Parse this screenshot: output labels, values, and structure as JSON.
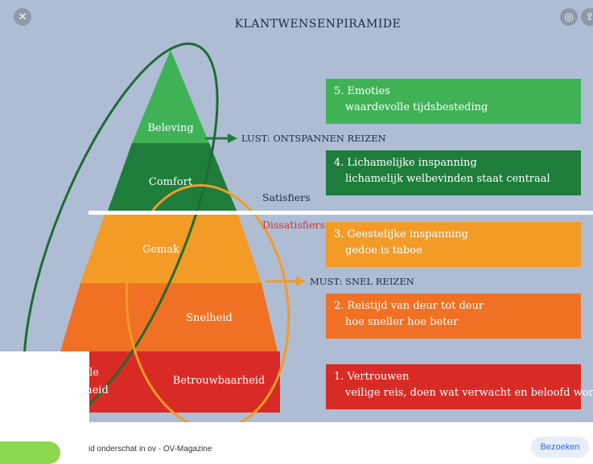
{
  "title": "KLANTWENSENPIRAMIDE",
  "icons": {
    "close": "close-icon",
    "lens": "lens-icon",
    "share": "share-icon"
  },
  "pyramid": {
    "levels": [
      {
        "label": "Beleving",
        "color": "#3fb256"
      },
      {
        "label": "Comfort",
        "color": "#1e7d3b"
      },
      {
        "label": "Gemak",
        "color": "#f29b27"
      },
      {
        "label": "Snelheid",
        "color": "#f07124"
      },
      {
        "label": "Betrouwbaarheid",
        "color": "#d92b25"
      }
    ],
    "partial_labels": [
      "le",
      "rheid"
    ]
  },
  "arrows": {
    "lust": "LUST: ONTSPANNEN REIZEN",
    "must": "MUST: SNEL REIZEN"
  },
  "satisfiers": {
    "label": "Satisfiers",
    "color": "#1f2a44"
  },
  "dissatisfiers": {
    "label": "Dissatisfiers",
    "color": "#d9322b"
  },
  "boxes": [
    {
      "line1": "5. Emoties",
      "line2": "waardevolle tijdsbesteding",
      "color": "#3fb256"
    },
    {
      "line1": "4. Lichamelijke inspanning",
      "line2": "lichamelijk welbevinden staat centraal",
      "color": "#1e7d3b"
    },
    {
      "line1": "3. Geestelijke inspanning",
      "line2": "gedoe is taboe",
      "color": "#f29b27"
    },
    {
      "line1": "2. Reistijd van deur tot deur",
      "line2": "hoe sneller hoe beter",
      "color": "#f07124"
    },
    {
      "line1": "1. Vertrouwen",
      "line2": "veilige reis, doen wat verwacht en beloofd wordt",
      "color": "#d92b25"
    }
  ],
  "footer": {
    "source": "id onderschat in ov - OV-Magazine",
    "visit": "Bezoeken"
  }
}
